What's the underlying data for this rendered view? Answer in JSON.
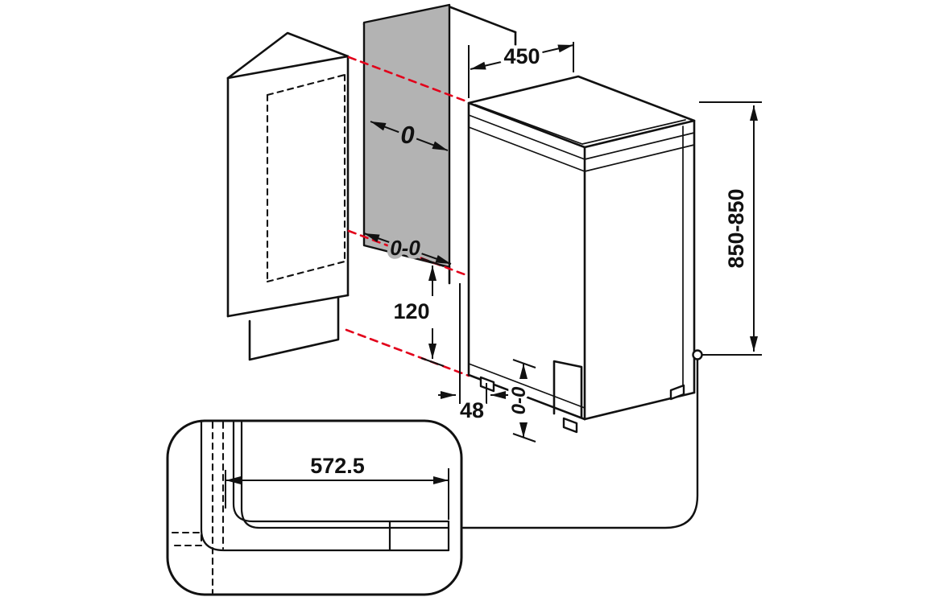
{
  "diagram": {
    "title": "dishwasher-installation-dimensions",
    "colors": {
      "line": "#111111",
      "accent_red": "#e2001a",
      "panel_gray": "#b3b3b3",
      "background": "#ffffff"
    },
    "dimensions": {
      "top_width": "450",
      "side_gap": "0",
      "side_gap_range": "0-0",
      "plinth_height": "120",
      "bottom_front_offset": "48",
      "foot_adjust_range": "0-0",
      "overall_height": "850-850",
      "depth_detail": "572.5"
    }
  }
}
